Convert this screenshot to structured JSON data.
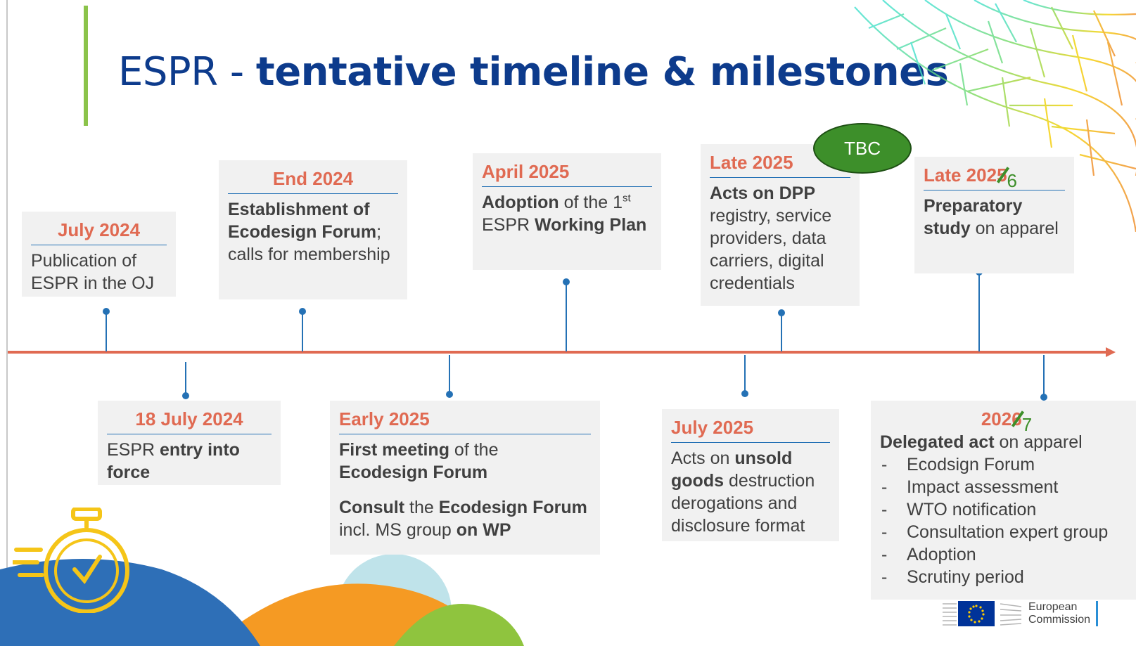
{
  "slide": {
    "title_light": "ESPR - ",
    "title_bold": "tentative timeline & milestones"
  },
  "badge": {
    "label": "TBC"
  },
  "milestones": [
    {
      "date": "July 2024",
      "text_parts": [
        "Publication of ESPR in the OJ"
      ]
    },
    {
      "date": "18 July 2024",
      "text_parts": [
        "ESPR ",
        "entry into force"
      ]
    },
    {
      "date": "End 2024",
      "text_parts": [
        "Establishment of Ecodesign Forum",
        "; calls for membership"
      ]
    },
    {
      "date": "Early 2025",
      "text_parts": [
        "First meeting",
        " of the ",
        "Ecodesign Forum"
      ],
      "text_parts_2": [
        "Consult",
        " the ",
        "Ecodesign Forum",
        " incl. MS group ",
        "on WP"
      ]
    },
    {
      "date": "April 2025",
      "text_parts": [
        "Adoption",
        " of the 1",
        "st",
        " ESPR ",
        "Working Plan"
      ]
    },
    {
      "date": "July 2025",
      "text_parts": [
        "Acts on ",
        "unsold goods",
        " destruction derogations and disclosure format"
      ]
    },
    {
      "date": "Late 2025",
      "text_parts": [
        "Acts on DPP",
        " registry, service providers, data carriers, digital credentials"
      ]
    },
    {
      "date_prefix": "Late 202",
      "date_struck": "5",
      "date_correction": "6",
      "text_parts": [
        "Preparatory study",
        " on apparel"
      ]
    },
    {
      "date_prefix": "202",
      "date_struck": "6",
      "date_correction": "7",
      "text_parts": [
        "Delegated act",
        " on apparel"
      ],
      "list": [
        "Ecodsign Forum",
        "Impact assessment",
        "WTO notification",
        "Consultation expert group",
        "Adoption",
        "Scrutiny period"
      ]
    }
  ],
  "footer": {
    "logo_line1": "European",
    "logo_line2": "Commission"
  },
  "colors": {
    "title_blue": "#0d3b8c",
    "date_orange": "#e06a52",
    "timeline_line": "#e06a52",
    "marker_blue": "#2471b5",
    "card_bg": "#f1f1f1",
    "tbc_green": "#3d8f2a",
    "accent_green": "#8bc34a",
    "stopwatch_yellow": "#f5c518"
  },
  "icons": [
    "stopwatch-icon",
    "eu-flag-icon",
    "leaf-pattern-decoration"
  ]
}
